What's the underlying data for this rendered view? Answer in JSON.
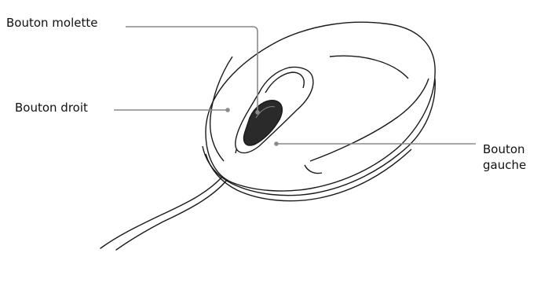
{
  "labels": {
    "wheel_button": "Bouton molette",
    "right_button": "Bouton droit",
    "left_button_line1": "Bouton",
    "left_button_line2": "gauche"
  },
  "colors": {
    "outline": "#1a1a1a",
    "leader": "#8a8a8a"
  }
}
